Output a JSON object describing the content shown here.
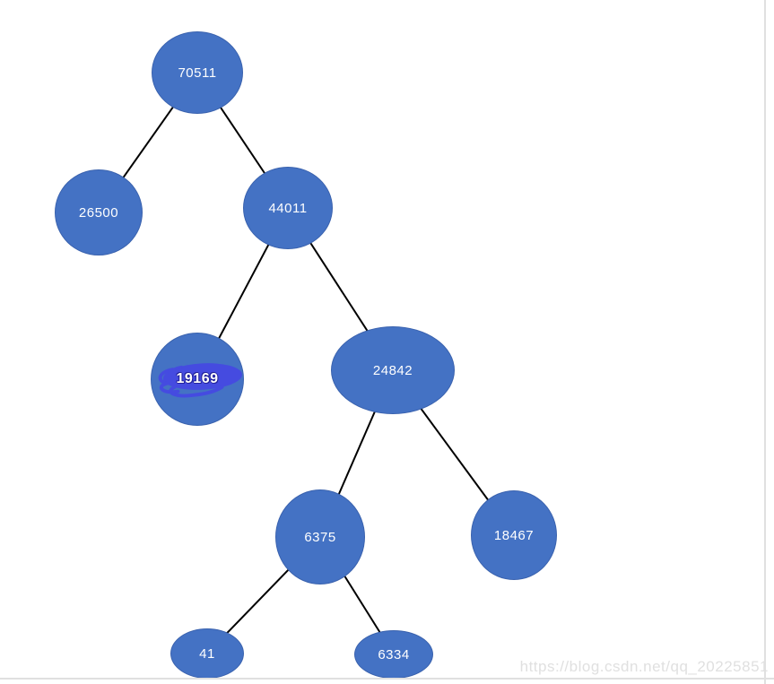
{
  "tree": {
    "nodes": [
      {
        "label": "70511",
        "highlighted": false
      },
      {
        "label": "26500",
        "highlighted": false
      },
      {
        "label": "44011",
        "highlighted": false
      },
      {
        "label": "19169",
        "highlighted": true
      },
      {
        "label": "24842",
        "highlighted": false
      },
      {
        "label": "6375",
        "highlighted": false
      },
      {
        "label": "18467",
        "highlighted": false
      },
      {
        "label": "41",
        "highlighted": false
      },
      {
        "label": "6334",
        "highlighted": false
      }
    ],
    "edges": [
      [
        "70511",
        "26500"
      ],
      [
        "70511",
        "44011"
      ],
      [
        "44011",
        "19169"
      ],
      [
        "44011",
        "24842"
      ],
      [
        "24842",
        "6375"
      ],
      [
        "24842",
        "18467"
      ],
      [
        "6375",
        "41"
      ],
      [
        "6375",
        "6334"
      ]
    ]
  },
  "watermark": {
    "text": "https://blog.csdn.net/qq_20225851"
  },
  "colors": {
    "node_fill": "#4472c4",
    "node_border": "#3a62ae",
    "node_text": "#ffffff",
    "edge_line": "#000000",
    "highlight_scribble": "#454be0",
    "highlight_text_outline": "#23239a",
    "page_edge": "#e0e0e0",
    "watermark_text": "#e0e0e0",
    "background": "#ffffff"
  }
}
